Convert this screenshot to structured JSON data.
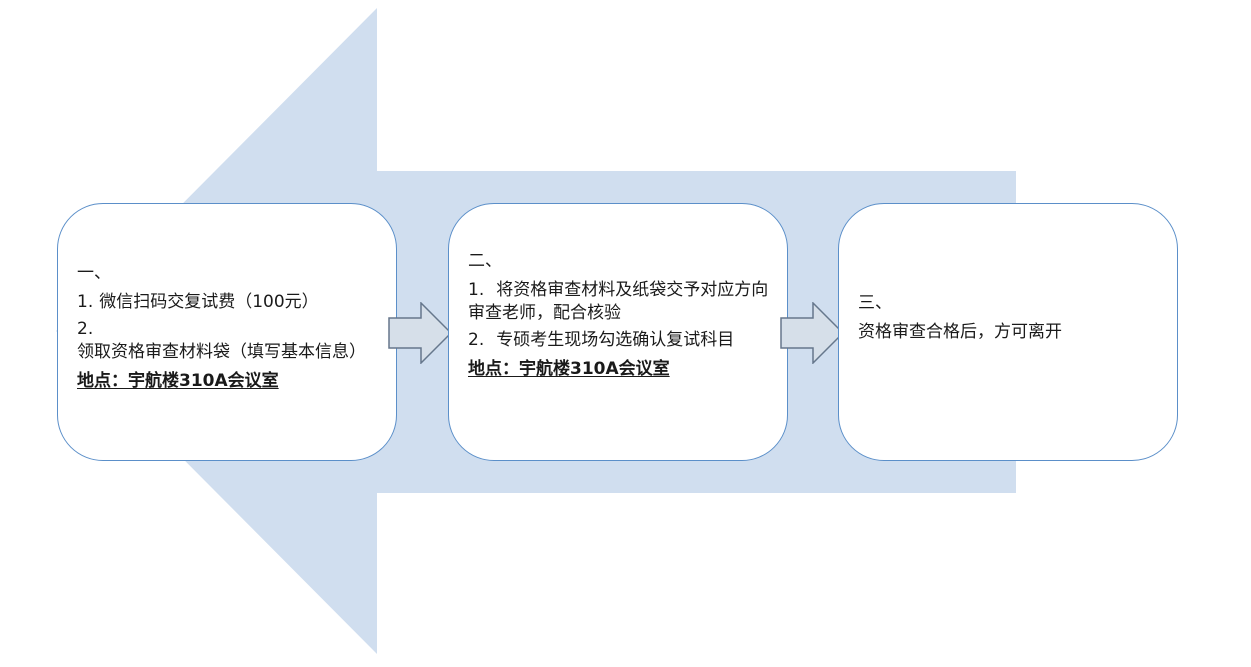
{
  "colors": {
    "background_arrow": "#d0deef",
    "box_fill": "#ffffff",
    "box_border": "#5b8fc9",
    "connector_fill": "#d6dfe9",
    "connector_stroke": "#66778c",
    "text": "#1a1a1a"
  },
  "icons": {
    "background": "large-left-arrow",
    "connector": "right-block-arrow"
  },
  "steps": [
    {
      "heading": "一、",
      "items": [
        {
          "number": "1.",
          "text": "微信扫码交复试费（100元）"
        },
        {
          "number": "2.",
          "text": "领取资格审查材料袋（填写基本信息）"
        }
      ],
      "location": "地点：宇航楼310A会议室"
    },
    {
      "heading": "二、",
      "items": [
        {
          "number": "1.",
          "text": "将资格审查材料及纸袋交予对应方向审查老师，配合核验"
        },
        {
          "number": "2.",
          "text": "专硕考生现场勾选确认复试科目"
        }
      ],
      "location": "地点：宇航楼310A会议室"
    },
    {
      "heading": "三、",
      "text": "资格审查合格后，方可离开"
    }
  ]
}
